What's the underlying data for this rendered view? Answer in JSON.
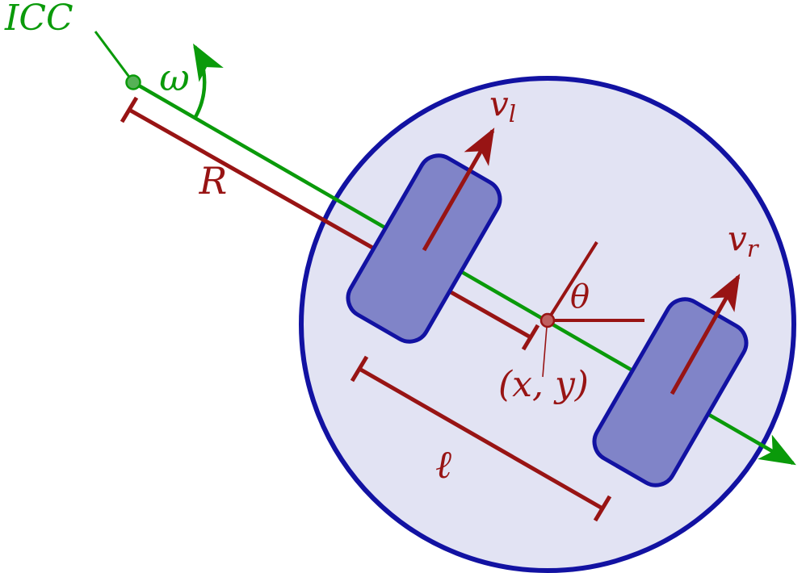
{
  "figure": {
    "type": "differential-drive-robot-kinematics-diagram"
  },
  "labels": {
    "icc": "ICC",
    "omega": "ω",
    "radius": "R",
    "v_left": {
      "base": "v",
      "sub": "l"
    },
    "v_right": {
      "base": "v",
      "sub": "r"
    },
    "theta": "θ",
    "position": "(x, y)",
    "wheelbase": "ℓ"
  },
  "colors": {
    "green_line": "#0a9a0a",
    "green_point_fill": "#56b156",
    "dark_red": "#981414",
    "center_point_fill": "#bf5f5f",
    "robot_body_fill": "#e2e3f3",
    "robot_body_stroke": "#1212a2",
    "wheel_fill": "#8084c8",
    "wheel_stroke": "#1212a2",
    "background": "#ffffff"
  }
}
